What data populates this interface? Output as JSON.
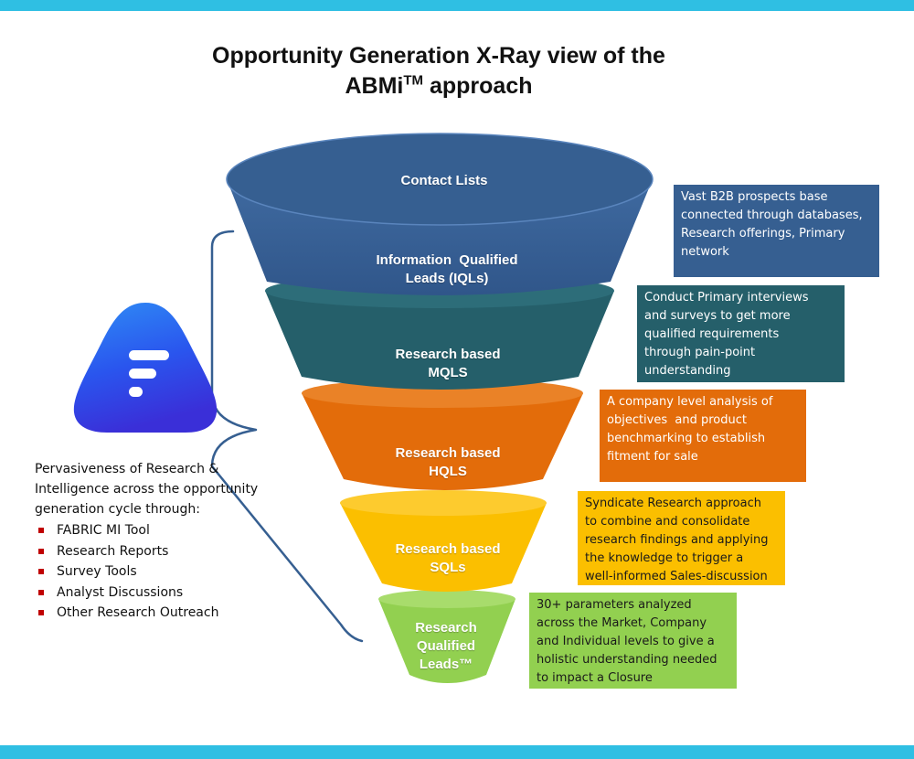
{
  "title": {
    "line1": "Opportunity Generation X-Ray view of the",
    "line2_main": "ABMi",
    "line2_sup": "TM",
    "line2_rest": " approach"
  },
  "colors": {
    "accent_bar": "#2fbfe3",
    "stage1": "#365f91",
    "stage2": "#255f6a",
    "stage3": "#e36c0a",
    "stage4": "#fbbf00",
    "stage5": "#92d050",
    "bullet": "#c00000",
    "bracket": "#365f91"
  },
  "logo": {
    "icon": "fabric-logo-icon"
  },
  "funnel": {
    "top_label": "Contact Lists",
    "stages": [
      {
        "label_line1": "Information  Qualified",
        "label_line2": "Leads (IQLs)"
      },
      {
        "label_line1": "Research based",
        "label_line2": "MQLS"
      },
      {
        "label_line1": "Research based",
        "label_line2": "HQLS"
      },
      {
        "label_line1": "Research based",
        "label_line2": "SQLs"
      },
      {
        "label_line1": "Research",
        "label_line2": "Qualified",
        "label_line3": "Leads™"
      }
    ]
  },
  "descriptions": [
    {
      "lines": [
        "Vast B2B prospects base",
        "connected through databases,",
        "Research offerings, Primary",
        "network"
      ]
    },
    {
      "lines": [
        "Conduct Primary interviews",
        "and surveys to get more",
        "qualified requirements",
        "through pain-point",
        "understanding"
      ]
    },
    {
      "lines": [
        "A company level analysis of",
        "objectives  and product",
        "benchmarking to establish",
        "fitment for sale"
      ]
    },
    {
      "lines": [
        "Syndicate Research approach",
        "to combine and consolidate",
        "research findings and applying",
        "the knowledge to trigger a",
        "well-informed Sales-discussion"
      ]
    },
    {
      "lines": [
        "30+ parameters analyzed",
        "across the Market, Company",
        "and Individual levels to give a",
        "holistic understanding needed",
        "to impact a Closure"
      ]
    }
  ],
  "intro": {
    "lines": [
      "Pervasiveness of Research &",
      "Intelligence across the opportunity",
      "generation cycle through:"
    ]
  },
  "bullets": [
    "FABRIC MI Tool",
    "Research Reports",
    "Survey Tools",
    "Analyst Discussions",
    "Other Research Outreach"
  ]
}
